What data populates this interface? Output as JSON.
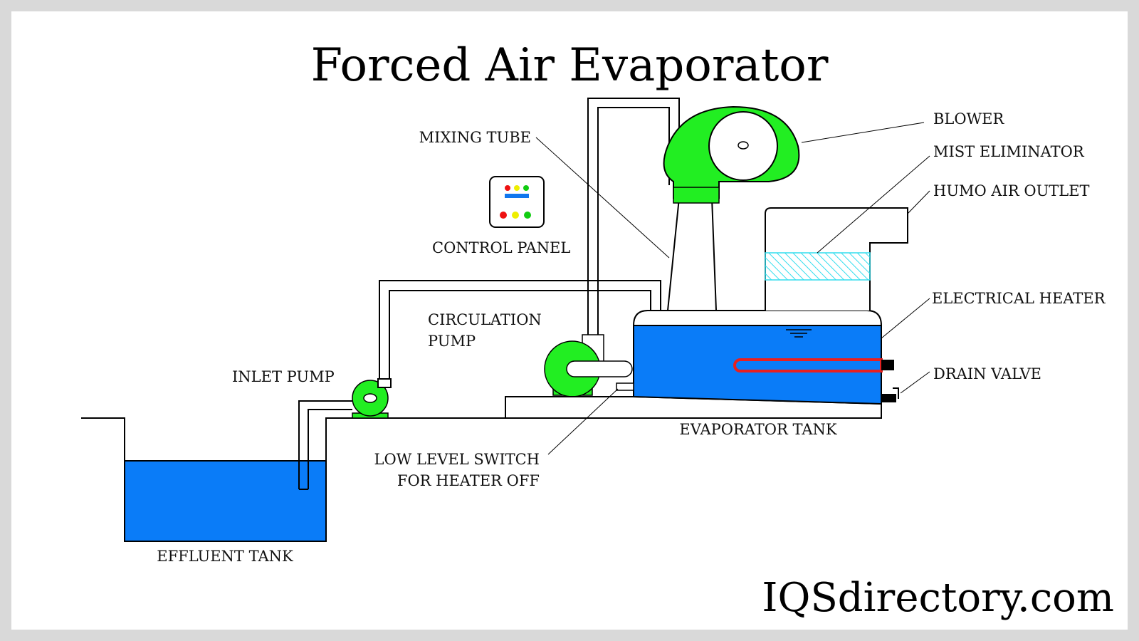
{
  "title": "Forced Air Evaporator",
  "brand": "IQSdirectory.com",
  "labels": {
    "mixing_tube": "MIXING TUBE",
    "blower": "BLOWER",
    "mist_eliminator": "MIST ELIMINATOR",
    "humo_air_outlet": "HUMO AIR OUTLET",
    "control_panel": "CONTROL PANEL",
    "circulation_pump_line1": "CIRCULATION",
    "circulation_pump_line2": "PUMP",
    "inlet_pump": "INLET PUMP",
    "electrical_heater": "ELECTRICAL HEATER",
    "drain_valve": "DRAIN VALVE",
    "evaporator_tank": "EVAPORATOR TANK",
    "low_level_switch_line1": "LOW LEVEL SWITCH",
    "low_level_switch_line2": "FOR HEATER OFF",
    "effluent_tank": "EFFLUENT TANK"
  },
  "colors": {
    "water": "#0a7cf8",
    "pump_green": "#22ee22",
    "heater_red": "#e82020",
    "mist_cyan": "#33ddee",
    "led_red": "#ee1111",
    "led_yellow": "#eeee00",
    "led_green": "#11cc11",
    "panel_bar": "#1177ee"
  }
}
